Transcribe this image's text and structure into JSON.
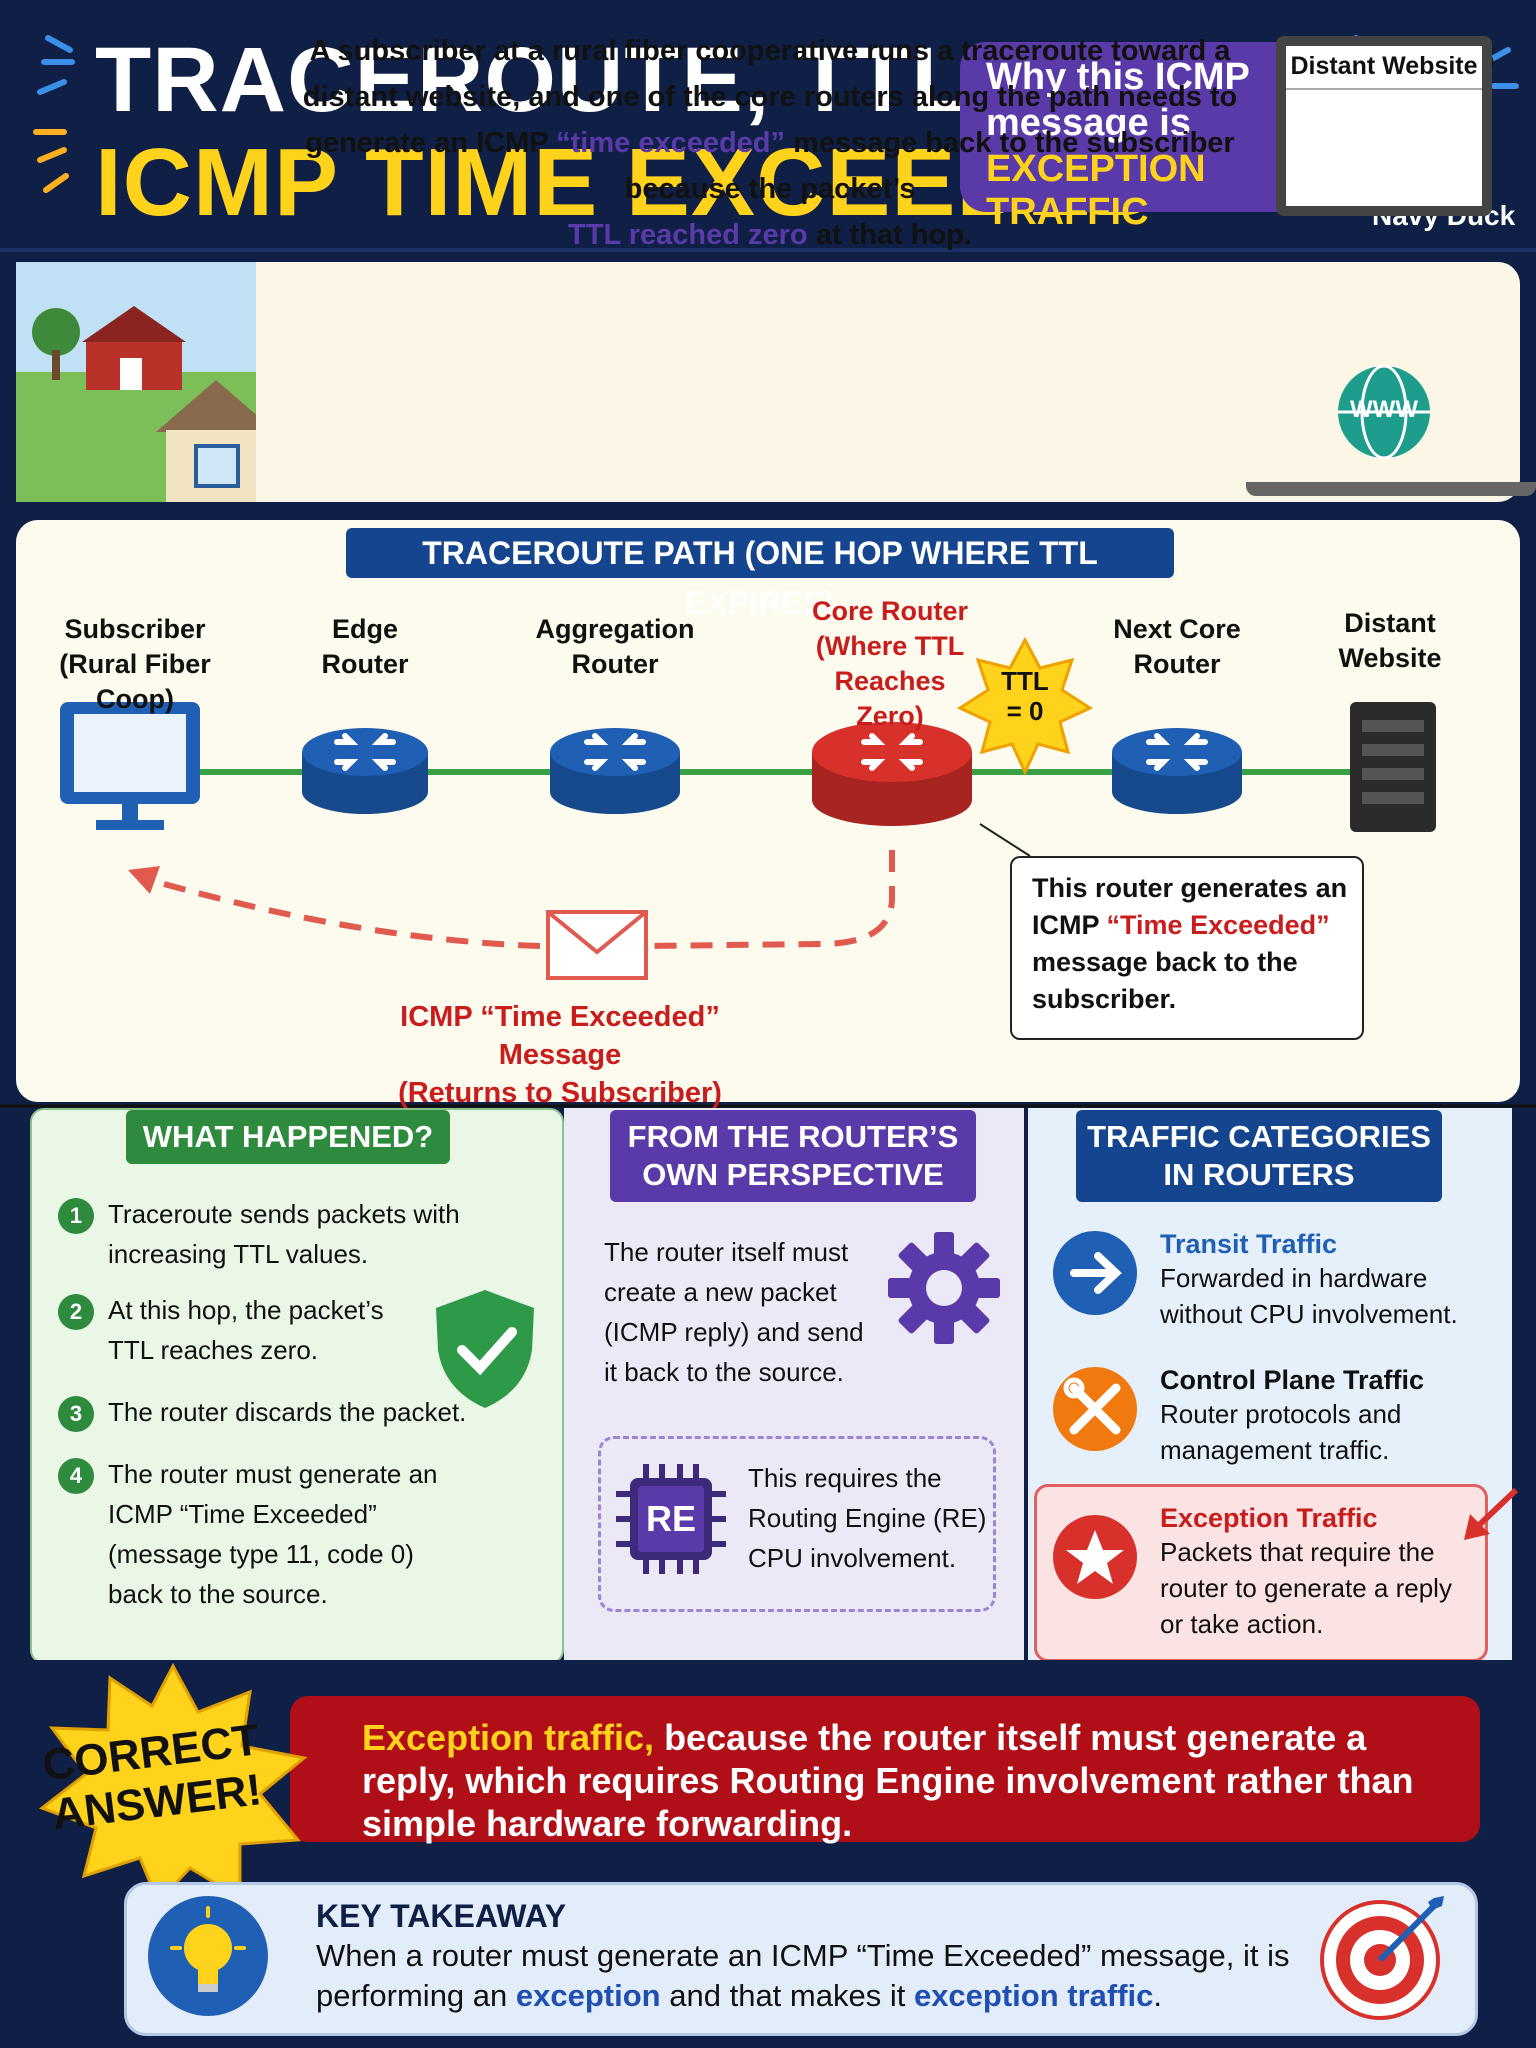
{
  "header": {
    "title_line1": "TRACEROUTE, TTL, AND",
    "title_line2": "ICMP TIME EXCEEDED",
    "badge_line1": "Why this ICMP",
    "badge_line2": "message is",
    "badge_line3": "EXCEPTION TRAFFIC",
    "mascot_name": "Navy Duck"
  },
  "intro": {
    "text_a": "A subscriber at a rural fiber cooperative runs a traceroute toward a distant website, and one of the core routers along the path needs to generate an ICMP",
    "highlight_1": "“time exceeded”",
    "text_b": "message back to the subscriber because the packet’s",
    "highlight_2": "TTL reached zero",
    "text_c": "at that hop.",
    "laptop_title": "Distant Website",
    "www": "WWW"
  },
  "path": {
    "title": "TRACEROUTE PATH (ONE HOP WHERE TTL EXPIRES)",
    "nodes": [
      {
        "line1": "Subscriber",
        "line2": "(Rural Fiber Coop)"
      },
      {
        "line1": "Edge",
        "line2": "Router"
      },
      {
        "line1": "Aggregation",
        "line2": "Router"
      },
      {
        "line1": "Core Router",
        "line2": "(Where TTL",
        "line3": "Reaches Zero)"
      },
      {
        "line1": "Next Core",
        "line2": "Router"
      },
      {
        "line1": "Distant",
        "line2": "Website"
      }
    ],
    "ttl_line1": "TTL",
    "ttl_line2": "= 0",
    "callout_a": "This router generates an ICMP",
    "callout_hl": "“Time Exceeded”",
    "callout_b": "message back to the subscriber.",
    "icmp_line1": "ICMP “Time Exceeded” Message",
    "icmp_line2": "(Returns to Subscriber)",
    "colors": {
      "router": "#1f5fb4",
      "core_router": "#d8312c",
      "link": "#3aa046",
      "return": "#e05a4f"
    }
  },
  "what_happened": {
    "title": "WHAT HAPPENED?",
    "steps": [
      {
        "num": "1",
        "text": "Traceroute sends packets with increasing TTL values."
      },
      {
        "num": "2",
        "text": "At this hop, the packet’s TTL reaches zero."
      },
      {
        "num": "3",
        "text": "The router discards the packet."
      },
      {
        "num": "4",
        "text": "The router must generate an ICMP “Time Exceeded” (message type 11, code 0) back to the source."
      }
    ]
  },
  "perspective": {
    "title_line1": "FROM THE ROUTER’S",
    "title_line2": "OWN PERSPECTIVE",
    "text": "The router itself must create a new packet (ICMP reply) and send it back to the source.",
    "chip": "RE",
    "box_text": "This requires the Routing Engine (RE) CPU involvement."
  },
  "categories": {
    "title_line1": "TRAFFIC CATEGORIES",
    "title_line2": "IN ROUTERS",
    "items": [
      {
        "head": "Transit Traffic",
        "body": "Forwarded in hardware without CPU involvement.",
        "color": "#1f5fb4"
      },
      {
        "head": "Control Plane Traffic",
        "body": "Router protocols and management traffic.",
        "color": "#111111"
      },
      {
        "head": "Exception Traffic",
        "body": "Packets that require the router to generate a reply or take action.",
        "color": "#c91d1d"
      }
    ]
  },
  "answer": {
    "badge_line1": "CORRECT",
    "badge_line2": "ANSWER!",
    "lead": "Exception traffic,",
    "rest": " because the router itself must generate a reply, which requires Routing Engine involvement rather than simple hardware forwarding."
  },
  "takeaway": {
    "title": "KEY TAKEAWAY",
    "text_a": "When a router must generate an ICMP “Time Exceeded” message, it is performing an",
    "hl_1": "exception",
    "text_b": "and that makes it",
    "hl_2": "exception traffic",
    "text_c": "."
  }
}
